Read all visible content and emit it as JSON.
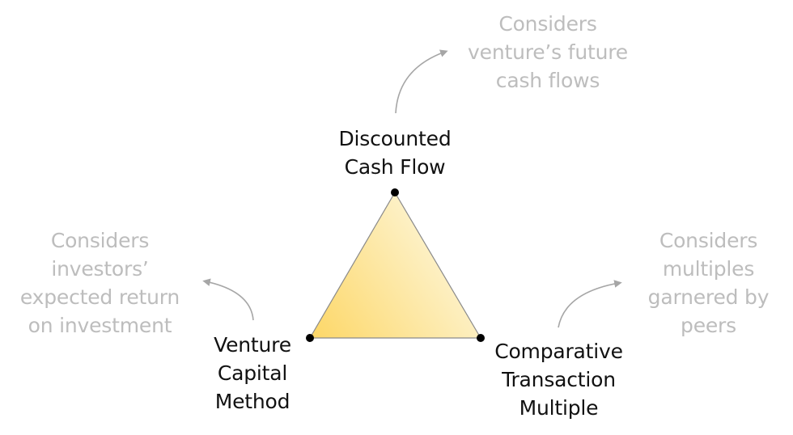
{
  "vertices": {
    "top": {
      "lines": [
        "Discounted",
        "Cash Flow"
      ]
    },
    "left": {
      "lines": [
        "Venture",
        "Capital",
        "Method"
      ]
    },
    "right": {
      "lines": [
        "Comparative",
        "Transaction",
        "Multiple"
      ]
    }
  },
  "notes": {
    "top": {
      "lines": [
        "Considers",
        "venture’s future",
        "cash flows"
      ]
    },
    "left": {
      "lines": [
        "Considers",
        "investors’",
        "expected return",
        "on investment"
      ]
    },
    "right": {
      "lines": [
        "Considers",
        "multiples",
        "garnered by",
        "peers"
      ]
    }
  },
  "colors": {
    "triangle_fill_start": "#fdd767",
    "triangle_fill_end": "#fdf4d2",
    "triangle_stroke": "#8a8a8a",
    "vertex_dot": "#000000",
    "arrow": "#a6a6a6",
    "note_text": "#bdbdbd",
    "vertex_text": "#111111"
  }
}
